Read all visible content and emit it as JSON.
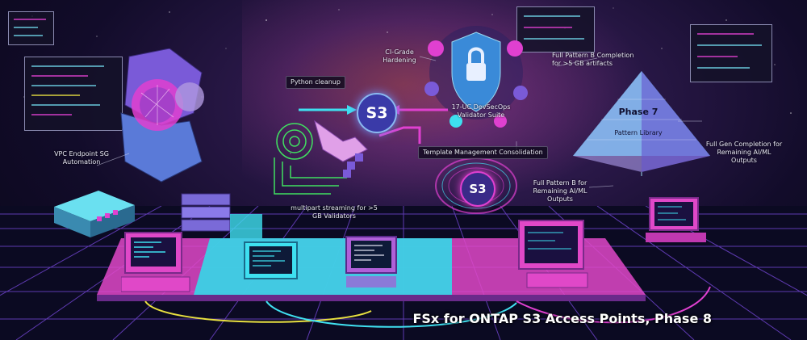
{
  "caption": "FSx for ONTAP S3 Access Points, Phase 8",
  "labels": {
    "ci_grade": "CI-Grade Hardening",
    "full_pattern_b_artifacts": "Full Pattern B Completion for >5 GB artifacts",
    "python_cleanup": "Python cleanup",
    "devsecops": "17-UC DevSecOps Validator Suite",
    "phase7": "Phase 7",
    "pattern_library": "Pattern Library",
    "vpc_endpoint": "VPC Endpoint SG Automation",
    "template_mgmt": "Template Management Consolidation",
    "full_gen_completion": "Full Gen Completion for Remaining AI/ML Outputs",
    "full_pattern_b_outputs": "Full Pattern B for Remaining AI/ML Outputs",
    "multipart": "multipart streaming for >5 GB Validators"
  },
  "s3_primary": "S3",
  "s3_secondary": "S3",
  "colors": {
    "cyan": "#3ee0f0",
    "magenta": "#e040d0",
    "purple": "#7a5ad8"
  }
}
